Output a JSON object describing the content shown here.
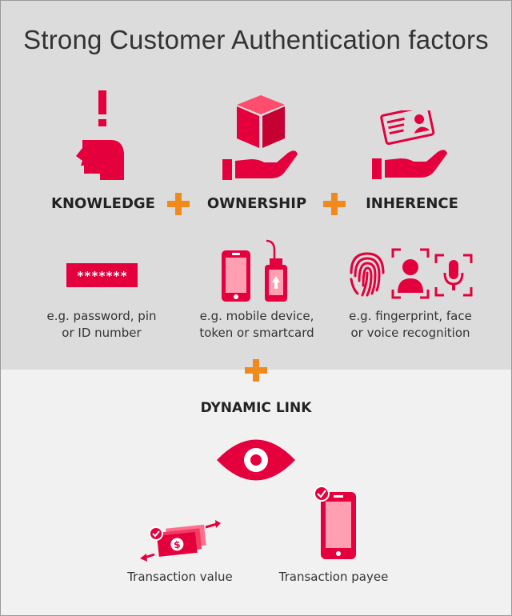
{
  "title": "Strong Customer Authentication factors",
  "factors": [
    {
      "label": "KNOWLEDGE",
      "desc_line1": "e.g. password, pin",
      "desc_line2": "or ID number",
      "icon": "head-exclamation-icon"
    },
    {
      "label": "OWNERSHIP",
      "desc_line1": "e.g. mobile device,",
      "desc_line2": "token or smartcard",
      "icon": "hand-box-icon"
    },
    {
      "label": "INHERENCE",
      "desc_line1": "e.g. fingerprint, face",
      "desc_line2": "or voice recognition",
      "icon": "hand-id-card-icon"
    }
  ],
  "password_mask": "*******",
  "dynamic_link": {
    "label": "DYNAMIC LINK",
    "items": [
      {
        "label": "Transaction value",
        "icon": "money-check-icon"
      },
      {
        "label": "Transaction payee",
        "icon": "phone-check-icon"
      }
    ]
  },
  "colors": {
    "accent_red": "#e4003d",
    "plus_orange": "#f08a1c",
    "top_background": "#dcdcdc",
    "bottom_background": "#f1f1f1"
  }
}
